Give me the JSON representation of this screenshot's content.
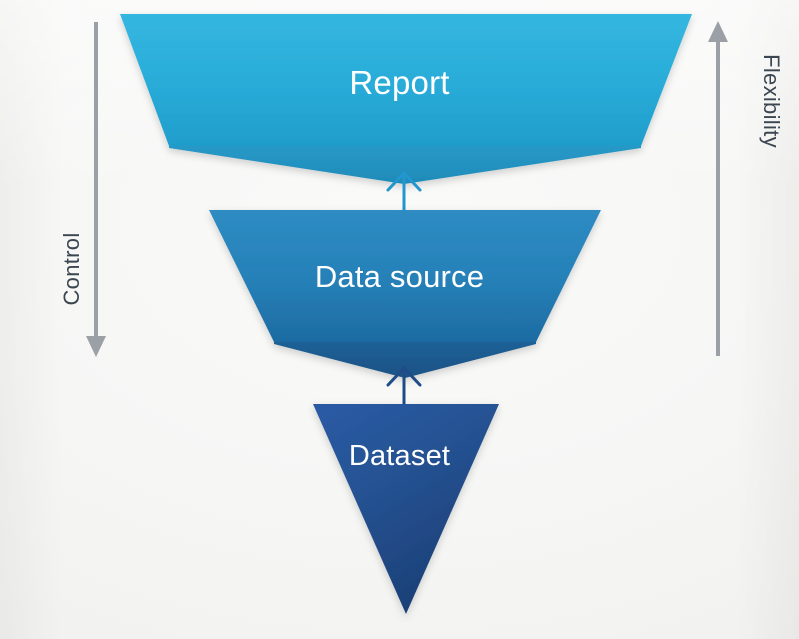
{
  "diagram": {
    "title": "Inverted funnel: Report, Data source, Dataset",
    "background_color": "#f4f4f2",
    "stages": [
      {
        "id": "report",
        "label": "Report",
        "shape": "trapezoid-inverted",
        "fill_top": "#2fb3dd",
        "fill_bottom": "#22a0cd",
        "shadow_fill": "#2392c4",
        "text_color": "#ffffff"
      },
      {
        "id": "data-source",
        "label": "Data source",
        "shape": "trapezoid-inverted",
        "fill_top": "#2a87bf",
        "fill_bottom": "#1f6fa8",
        "shadow_fill": "#1d5e93",
        "text_color": "#ffffff"
      },
      {
        "id": "dataset",
        "label": "Dataset",
        "shape": "triangle-down",
        "fill_top": "#27559b",
        "fill_bottom": "#1b3f78",
        "text_color": "#ffffff"
      }
    ],
    "flow_arrows": [
      {
        "id": "dataset-to-data-source",
        "from": "Dataset",
        "to": "Data source",
        "direction": "up",
        "color": "#1f4c87"
      },
      {
        "id": "data-source-to-report",
        "from": "Data source",
        "to": "Report",
        "direction": "up",
        "color": "#2296ce"
      }
    ],
    "axes": [
      {
        "id": "control",
        "label": "Control",
        "direction": "down",
        "side": "left",
        "color": "#9aa0a6",
        "text_color": "#3b4650"
      },
      {
        "id": "flexibility",
        "label": "Flexibility",
        "direction": "up",
        "side": "right",
        "color": "#9aa0a6",
        "text_color": "#3b4650"
      }
    ]
  }
}
